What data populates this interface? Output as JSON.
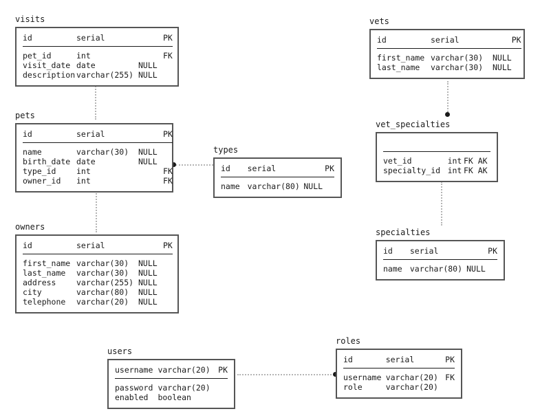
{
  "diagram": {
    "title": "petclinic-schema",
    "type": "entity-relationship-diagram",
    "colors": {
      "background": "#ffffff",
      "box_border": "#555555",
      "text": "#1a1a1a",
      "type_green": "#5aa02c",
      "type_orange": "#e8870c",
      "key_blue": "#3d9ae8",
      "connector": "#b4b4b4",
      "connector_dot": "#1a1a1a"
    }
  },
  "entities": {
    "visits": {
      "name": "visits",
      "pk": {
        "name": "id",
        "type": "serial",
        "type_kind": "serial",
        "null": "",
        "key": "PK",
        "key_kind": "pk",
        "name_kind": "plain"
      },
      "columns": [
        {
          "name": "pet_id",
          "type": "int",
          "type_kind": "int",
          "null": "",
          "key": "FK",
          "key_kind": "fk",
          "name_kind": "fk"
        },
        {
          "name": "visit_date",
          "type": "date",
          "type_kind": "date",
          "null": "NULL",
          "key": "",
          "key_kind": "",
          "name_kind": "plain"
        },
        {
          "name": "description",
          "type": "varchar(255)",
          "type_kind": "varchar",
          "null": "NULL",
          "key": "",
          "key_kind": "",
          "name_kind": "plain"
        }
      ]
    },
    "pets": {
      "name": "pets",
      "pk": {
        "name": "id",
        "type": "serial",
        "type_kind": "serial",
        "null": "",
        "key": "PK",
        "key_kind": "pk",
        "name_kind": "plain"
      },
      "columns": [
        {
          "name": "name",
          "type": "varchar(30)",
          "type_kind": "varchar",
          "null": "NULL",
          "key": "",
          "key_kind": "",
          "name_kind": "plain"
        },
        {
          "name": "birth_date",
          "type": "date",
          "type_kind": "date",
          "null": "NULL",
          "key": "",
          "key_kind": "",
          "name_kind": "plain"
        },
        {
          "name": "type_id",
          "type": "int",
          "type_kind": "int",
          "null": "",
          "key": "FK",
          "key_kind": "fk",
          "name_kind": "fk"
        },
        {
          "name": "owner_id",
          "type": "int",
          "type_kind": "int",
          "null": "",
          "key": "FK",
          "key_kind": "fk",
          "name_kind": "fk"
        }
      ]
    },
    "owners": {
      "name": "owners",
      "pk": {
        "name": "id",
        "type": "serial",
        "type_kind": "serial",
        "null": "",
        "key": "PK",
        "key_kind": "pk",
        "name_kind": "plain"
      },
      "columns": [
        {
          "name": "first_name",
          "type": "varchar(30)",
          "type_kind": "varchar",
          "null": "NULL",
          "key": "",
          "key_kind": "",
          "name_kind": "plain"
        },
        {
          "name": "last_name",
          "type": "varchar(30)",
          "type_kind": "varchar",
          "null": "NULL",
          "key": "",
          "key_kind": "",
          "name_kind": "plain"
        },
        {
          "name": "address",
          "type": "varchar(255)",
          "type_kind": "varchar",
          "null": "NULL",
          "key": "",
          "key_kind": "",
          "name_kind": "plain"
        },
        {
          "name": "city",
          "type": "varchar(80)",
          "type_kind": "varchar",
          "null": "NULL",
          "key": "",
          "key_kind": "",
          "name_kind": "plain"
        },
        {
          "name": "telephone",
          "type": "varchar(20)",
          "type_kind": "varchar",
          "null": "NULL",
          "key": "",
          "key_kind": "",
          "name_kind": "plain"
        }
      ]
    },
    "types": {
      "name": "types",
      "pk": {
        "name": "id",
        "type": "serial",
        "type_kind": "serial",
        "null": "",
        "key": "PK",
        "key_kind": "pk",
        "name_kind": "plain"
      },
      "columns": [
        {
          "name": "name",
          "type": "varchar(80)",
          "type_kind": "varchar",
          "null": "NULL",
          "key": "",
          "key_kind": "",
          "name_kind": "plain"
        }
      ]
    },
    "vets": {
      "name": "vets",
      "pk": {
        "name": "id",
        "type": "serial",
        "type_kind": "serial",
        "null": "",
        "key": "PK",
        "key_kind": "pk",
        "name_kind": "plain"
      },
      "columns": [
        {
          "name": "first_name",
          "type": "varchar(30)",
          "type_kind": "varchar",
          "null": "NULL",
          "key": "",
          "key_kind": "",
          "name_kind": "plain"
        },
        {
          "name": "last_name",
          "type": "varchar(30)",
          "type_kind": "varchar",
          "null": "NULL",
          "key": "",
          "key_kind": "",
          "name_kind": "plain"
        }
      ]
    },
    "vet_specialties": {
      "name": "vet_specialties",
      "pk": {
        "name": "",
        "type": "",
        "type_kind": "plain",
        "null": "",
        "key": "",
        "key_kind": "",
        "name_kind": "plain"
      },
      "columns": [
        {
          "name": "vet_id",
          "type": "int",
          "type_kind": "int",
          "null": "",
          "key": "FK AK",
          "key_kind": "fk",
          "name_kind": "fk"
        },
        {
          "name": "specialty_id",
          "type": "int",
          "type_kind": "int",
          "null": "",
          "key": "FK AK",
          "key_kind": "fk",
          "name_kind": "fk"
        }
      ]
    },
    "specialties": {
      "name": "specialties",
      "pk": {
        "name": "id",
        "type": "serial",
        "type_kind": "serial",
        "null": "",
        "key": "PK",
        "key_kind": "pk",
        "name_kind": "plain"
      },
      "columns": [
        {
          "name": "name",
          "type": "varchar(80)",
          "type_kind": "varchar",
          "null": "NULL",
          "key": "",
          "key_kind": "",
          "name_kind": "plain"
        }
      ]
    },
    "users": {
      "name": "users",
      "pk": {
        "name": "username",
        "type": "varchar(20)",
        "type_kind": "varchar",
        "null": "",
        "key": "PK",
        "key_kind": "pk",
        "name_kind": "plain"
      },
      "columns": [
        {
          "name": "password",
          "type": "varchar(20)",
          "type_kind": "varchar",
          "null": "",
          "key": "",
          "key_kind": "",
          "name_kind": "plain"
        },
        {
          "name": "enabled",
          "type": "boolean",
          "type_kind": "boolean",
          "null": "",
          "key": "",
          "key_kind": "",
          "name_kind": "plain"
        }
      ]
    },
    "roles": {
      "name": "roles",
      "pk": {
        "name": "id",
        "type": "serial",
        "type_kind": "serial",
        "null": "",
        "key": "PK",
        "key_kind": "pk",
        "name_kind": "plain"
      },
      "columns": [
        {
          "name": "username",
          "type": "varchar(20)",
          "type_kind": "varchar",
          "null": "",
          "key": "FK",
          "key_kind": "fk",
          "name_kind": "fk"
        },
        {
          "name": "role",
          "type": "varchar(20)",
          "type_kind": "varchar",
          "null": "",
          "key": "",
          "key_kind": "",
          "name_kind": "plain"
        }
      ]
    }
  },
  "relationships": [
    {
      "id": "visits-pets",
      "from": "visits",
      "to": "pets",
      "orientation": "vertical",
      "dot_at": "start"
    },
    {
      "id": "pets-types",
      "from": "pets",
      "to": "types",
      "orientation": "horizontal",
      "dot_at": "start"
    },
    {
      "id": "pets-owners",
      "from": "pets",
      "to": "owners",
      "orientation": "vertical",
      "dot_at": "start"
    },
    {
      "id": "vets-vet_specialties",
      "from": "vets",
      "to": "vet_specialties",
      "orientation": "vertical",
      "dot_at": "end"
    },
    {
      "id": "vet_specialties-specialties",
      "from": "vet_specialties",
      "to": "specialties",
      "orientation": "vertical",
      "dot_at": "start"
    },
    {
      "id": "users-roles",
      "from": "users",
      "to": "roles",
      "orientation": "horizontal",
      "dot_at": "end"
    }
  ]
}
